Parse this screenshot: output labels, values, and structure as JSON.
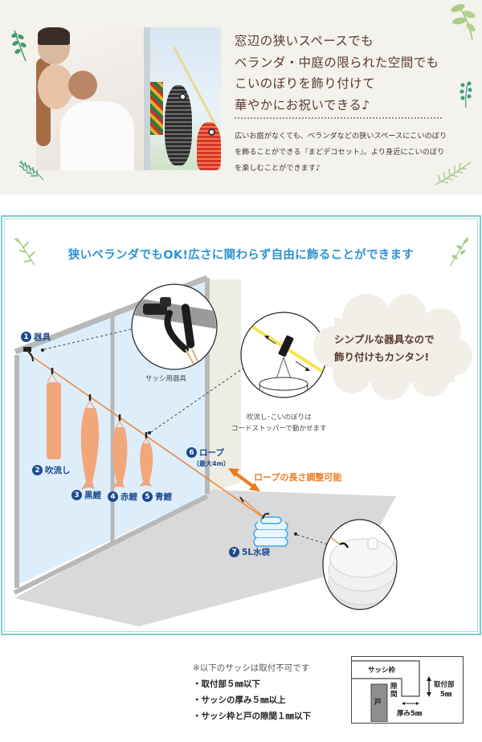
{
  "intro": {
    "headline_lines": [
      "窓辺の狭いスペースでも",
      "ベランダ・中庭の限られた空間でも",
      "こいのぼりを飾り付けて",
      "華やかにお祝いできる♪"
    ],
    "body": "広いお庭がなくても、ベランダなどの狭いスペースにこいのぼりを飾ることができる『まどデコセット』。より身近にこいのぼりを楽しむことができます♪",
    "photo_alt": "family-looking-at-koinobori-photo"
  },
  "panel": {
    "title": "狭いベランダでもOK!広さに関わらず自由に飾ることができます",
    "parts": [
      {
        "num": "1",
        "label": "器具"
      },
      {
        "num": "2",
        "label": "吹流し"
      },
      {
        "num": "3",
        "label": "黒鯉"
      },
      {
        "num": "4",
        "label": "赤鯉"
      },
      {
        "num": "5",
        "label": "青鯉"
      },
      {
        "num": "6",
        "label": "ロープ",
        "sub": "（最大4m）"
      },
      {
        "num": "7",
        "label": "5L水袋"
      }
    ],
    "callouts": {
      "sash_fixture": "サッシ用器具",
      "cord_stopper_line1": "吹流し･こいのぼりは",
      "cord_stopper_line2": "コードストッパーで動かせます",
      "rope_adjust": "ロープの長さ調整可能"
    },
    "bubble": {
      "line1": "シンプルな器具なので",
      "line2": "飾り付けもカンタン!"
    }
  },
  "notice": {
    "head": "※以下のサッシは取付不可です",
    "items": [
      "・取付部５㎜以下",
      "・サッシの厚み５㎜以上",
      "・サッシ枠と戸の隙間１㎜以下"
    ]
  },
  "sash_diagram": {
    "frame_label": "サッシ枠",
    "door_label": "戸",
    "gap_label": "隙間",
    "mount_label": "取付部",
    "mount_value": "5㎜",
    "thickness_label": "厚み5㎜"
  },
  "colors": {
    "top_bg": "#f4f2ec",
    "panel_border": "#7ccfcf",
    "title_blue": "#2c93d1",
    "label_navy": "#1d4a8f",
    "accent_orange": "#ee7a20",
    "koi_fill": "#f2a77a",
    "headline_brown": "#5a3a32"
  }
}
